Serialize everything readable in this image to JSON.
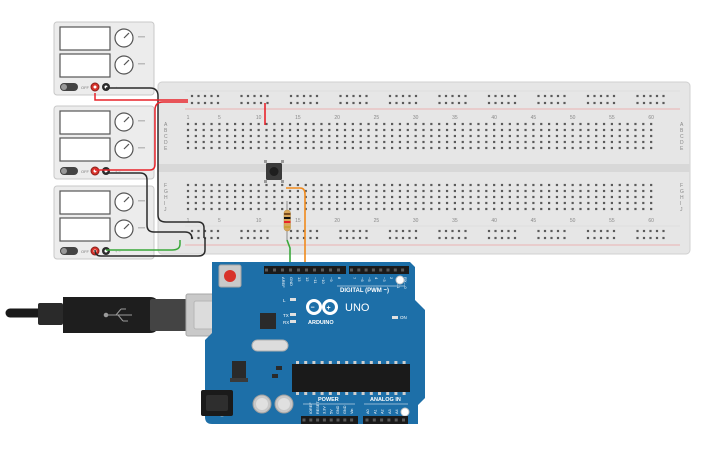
{
  "breadboard": {
    "column_numbers": [
      "1",
      "5",
      "10",
      "15",
      "20",
      "25",
      "30",
      "35",
      "40",
      "45",
      "50",
      "55",
      "60"
    ],
    "row_letters_top": [
      "A",
      "B",
      "C",
      "D",
      "E"
    ],
    "row_letters_bottom": [
      "F",
      "G",
      "H",
      "I",
      "J"
    ]
  },
  "power_supplies": [
    {
      "on_label": "OFF",
      "polarity": [
        "+",
        "−"
      ]
    },
    {
      "on_label": "OFF",
      "polarity": [
        "+",
        "−"
      ]
    },
    {
      "on_label": "OFF",
      "polarity": [
        "+",
        "−"
      ]
    }
  ],
  "arduino": {
    "logo": "ARDUINO",
    "model": "UNO",
    "digital_label": "DIGITAL (PWM ~)",
    "power_label": "POWER",
    "analog_label": "ANALOG IN",
    "on_label": "ON",
    "l_label": "L",
    "tx_label": "TX",
    "rx_label": "RX",
    "top_pins": [
      "AREF",
      "GND",
      "13",
      "12",
      "~11",
      "~10",
      "~9",
      "8",
      "7",
      "~6",
      "~5",
      "4",
      "~3",
      "2",
      "TX→1",
      "RX←0"
    ],
    "power_pins": [
      "IOREF",
      "RESET",
      "3.3V",
      "5V",
      "GND",
      "GND",
      "Vin"
    ],
    "analog_pins": [
      "A0",
      "A1",
      "A2",
      "A3",
      "A4",
      "A5"
    ]
  },
  "colors": {
    "wire_red": "#e8232a",
    "wire_black": "#2b2b2b",
    "wire_green": "#3aa83a",
    "wire_orange": "#f08a1c",
    "arduino_blue": "#1d6fa8",
    "breadboard": "#e6e6e6"
  }
}
